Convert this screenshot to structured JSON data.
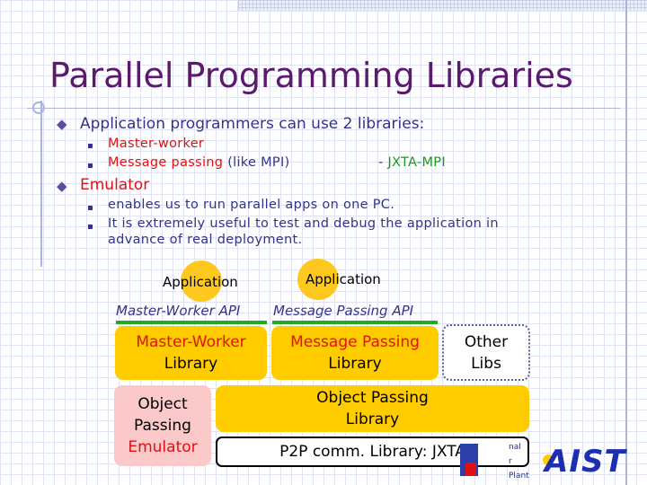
{
  "title": "Parallel Programming Libraries",
  "bullets": {
    "b1": "Application programmers can use 2 libraries:",
    "b1_sub1": "Master-worker",
    "b1_sub2_a": "Message passing",
    "b1_sub2_b": " (like MPI)",
    "b1_sub2_c": "- ",
    "b1_sub2_d": "JXTA-MPI",
    "b2": "Emulator",
    "b2_sub1": "enables us to run parallel apps on one PC.",
    "b2_sub2_line1": "It is extremely useful to test and debug the application in",
    "b2_sub2_line2": "advance of real deployment."
  },
  "diagram": {
    "app_left": "Application",
    "app_right": "Application",
    "api_left": "Master-Worker API",
    "api_right": "Message Passing API",
    "mw_lib_1": "Master-Worker",
    "mw_lib_2": "Library",
    "mp_lib_1": "Message Passing",
    "mp_lib_2": "Library",
    "other_1": "Other",
    "other_2": "Libs",
    "opl_1": "Object Passing",
    "opl_2": "Library",
    "ope_1": "Object",
    "ope_2": "Passing",
    "ope_3": "Emulator",
    "p2p": "P2P comm. Library:  JXTA"
  },
  "logos": {
    "left_fragment_1": "nal",
    "left_fragment_2": "r",
    "left_fragment_3": "Plant",
    "aist": "AIST"
  },
  "colors": {
    "title": "#5b1a6e",
    "body_text": "#33338a",
    "highlight_red": "#e01010",
    "highlight_green": "#1a9a1a",
    "library_yellow": "#ffcc00",
    "emulator_pink": "#fbc9c9",
    "api_bar_green": "#22aa22"
  },
  "icons": [
    "diamond-bullet-icon",
    "square-bullet-icon",
    "target-circle-icon"
  ]
}
